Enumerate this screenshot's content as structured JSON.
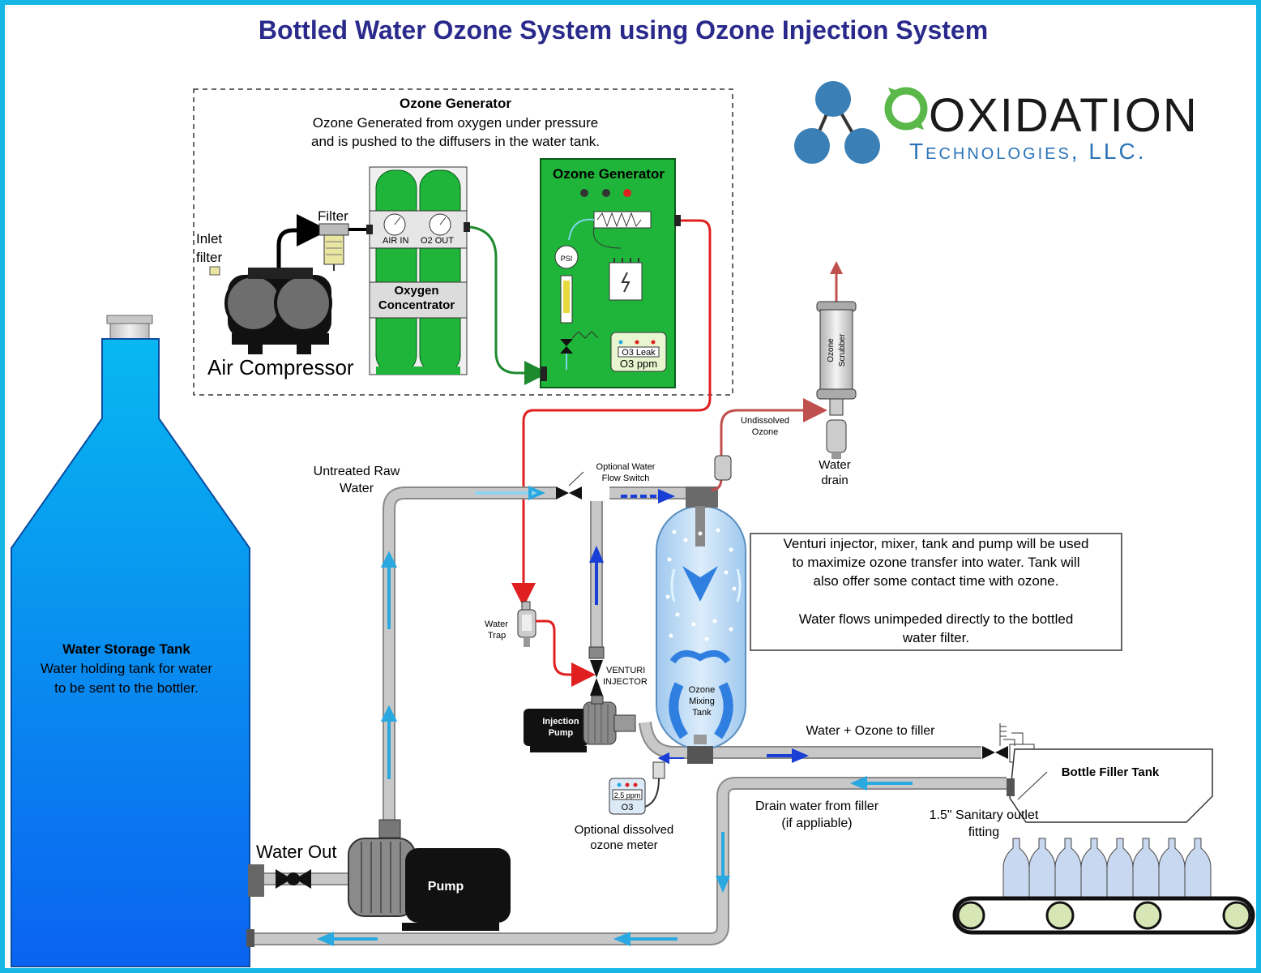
{
  "title": "Bottled Water Ozone System using Ozone Injection System",
  "logo": {
    "name": "OXIDATION",
    "subtitle": "Technologies, LLC.",
    "colors": {
      "blue": "#3a7fb5",
      "green": "#5ab74a",
      "text": "#1a1a1a",
      "sub": "#2b74b8"
    }
  },
  "generator_box": {
    "heading": "Ozone Generator",
    "line1": "Ozone Generated from oxygen under pressure",
    "line2": "and is pushed to the diffusers in the water tank."
  },
  "labels": {
    "inlet_filter_1": "Inlet",
    "inlet_filter_2": "filter",
    "filter": "Filter",
    "air_compressor": "Air Compressor",
    "air_in": "AIR IN",
    "o2_out": "O2 OUT",
    "oxygen_concentrator_1": "Oxygen",
    "oxygen_concentrator_2": "Concentrator",
    "ozone_generator_panel": "Ozone Generator",
    "psi": "PSI",
    "o3_leak": "O3 Leak",
    "o3_ppm": "O3 ppm",
    "ozone_scrubber_1": "Ozone",
    "ozone_scrubber_2": "Scrubber",
    "undissolved_1": "Undissolved",
    "undissolved_2": "Ozone",
    "water_drain_1": "Water",
    "water_drain_2": "drain",
    "untreated_1": "Untreated Raw",
    "untreated_2": "Water",
    "flow_switch_1": "Optional Water",
    "flow_switch_2": "Flow Switch",
    "water_trap_1": "Water",
    "water_trap_2": "Trap",
    "venturi_1": "VENTURI",
    "venturi_2": "INJECTOR",
    "injection_pump_1": "Injection",
    "injection_pump_2": "Pump",
    "mixing_1": "Ozone",
    "mixing_2": "Mixing",
    "mixing_3": "Tank",
    "meter_reading": "2.5 ppm",
    "meter_unit": "O3",
    "meter_1": "Optional dissolved",
    "meter_2": "ozone meter",
    "water_ozone_filler": "Water + Ozone to filler",
    "drain_filler_1": "Drain water from filler",
    "drain_filler_2": "(if appliable)",
    "bottle_filler": "Bottle Filler Tank",
    "sanitary_1": "1.5\" Sanitary outlet",
    "sanitary_2": "fitting",
    "storage_title": "Water Storage Tank",
    "storage_1": "Water holding tank for water",
    "storage_2": "to be sent to the bottler.",
    "water_out": "Water Out",
    "pump": "Pump"
  },
  "note": {
    "line1": "Venturi injector, mixer, tank and pump will be used",
    "line2": "to maximize ozone transfer into water.  Tank will",
    "line3": "also offer some contact time with ozone.",
    "line4": "Water flows unimpeded directly to the bottled",
    "line5": "water filter."
  },
  "colors": {
    "frame": "#16b6e6",
    "ozone_line": "#e02020",
    "oxygen_line": "#1e8a2e",
    "pipe": "#c8c8c8",
    "water_arrow": "#29a9e0",
    "flow_arrow": "#1a3fd6",
    "generator_green": "#1fb53a",
    "tank_blue": "#0a7ff0"
  }
}
